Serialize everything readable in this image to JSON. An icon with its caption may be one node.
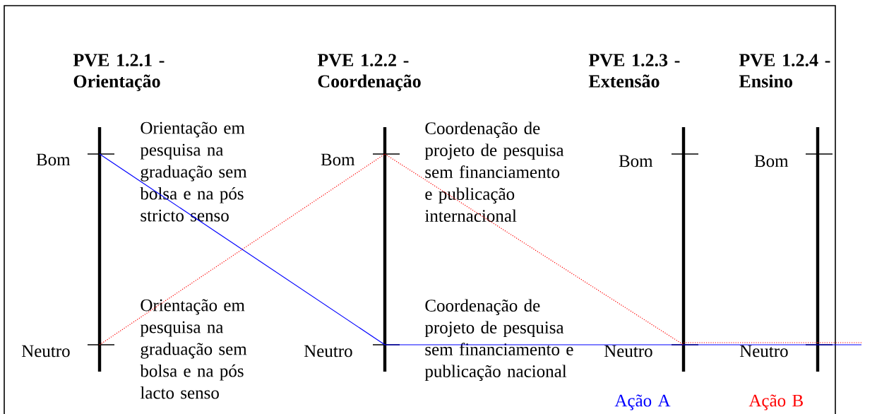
{
  "diagram": {
    "nodes": [
      {
        "text": [],
        "shape": "tick",
        "beside": [
          "Bom"
        ]
      },
      {
        "text": [],
        "shape": "tick",
        "beside": [
          "Neutro"
        ]
      },
      {
        "text": [],
        "shape": "tick",
        "beside": [
          "Bom"
        ]
      },
      {
        "text": [],
        "shape": "tick",
        "beside": [
          "Neutro"
        ]
      },
      {
        "text": [],
        "shape": "tick",
        "beside": [
          "Bom"
        ]
      },
      {
        "text": [],
        "shape": "tick",
        "beside": [
          "Neutro"
        ]
      },
      {
        "text": [],
        "shape": "tick",
        "beside": [
          "Bom"
        ]
      },
      {
        "text": [],
        "shape": "tick",
        "beside": [
          "Neutro"
        ]
      }
    ],
    "edges": [
      {
        "from": 0,
        "to": 3,
        "arrow": "none",
        "color": "#0000ff"
      },
      {
        "from": 3,
        "to": 5,
        "arrow": "none",
        "color": "#0000ff"
      },
      {
        "from": 5,
        "to": 7,
        "arrow": "none",
        "color": "#0000ff"
      },
      {
        "from": 7,
        "to": null,
        "arrow": "none",
        "color": "#0000ff"
      },
      {
        "from": 1,
        "to": 2,
        "arrow": "none",
        "style": "dashed",
        "color": "#ff0000"
      },
      {
        "from": 2,
        "to": 5,
        "arrow": "none",
        "style": "dashed",
        "color": "#ff0000"
      },
      {
        "from": 5,
        "to": 7,
        "arrow": "none",
        "style": "dashed",
        "color": "#ff0000"
      },
      {
        "from": 7,
        "to": null,
        "arrow": "none",
        "style": "dashed",
        "color": "#ff0000"
      }
    ],
    "labels": [
      "PVE 1.2.1 - Orientação",
      "PVE 1.2.2 - Coordenação",
      "PVE 1.2.3 - Extensão",
      "PVE 1.2.4 - Ensino",
      "Orientação em pesquisa na graduação sem bolsa e na pós stricto senso",
      "Coordenação de projeto de pesquisa sem financiamento e publicação internacional",
      "Orientação em pesquisa na graduação sem bolsa e na pós lacto senso",
      "Coordenação de projeto de pesquisa sem financiamento e publicação nacional",
      "Ação A",
      "Ação B"
    ]
  }
}
